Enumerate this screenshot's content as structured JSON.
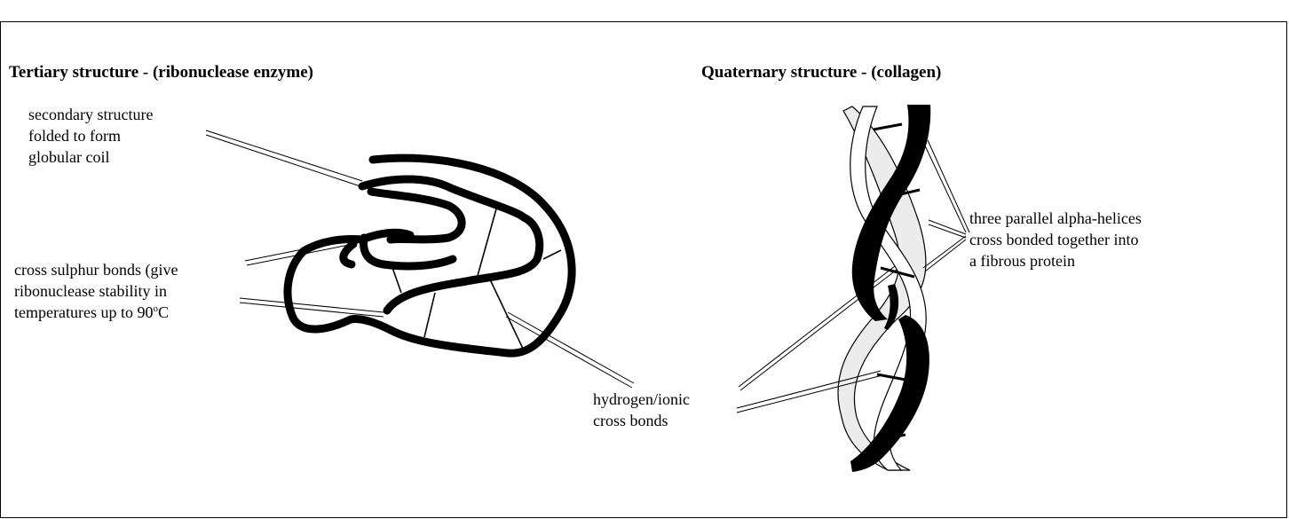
{
  "tertiary": {
    "title": "Tertiary structure - (ribonuclease enzyme)",
    "labels": {
      "secondary": [
        "secondary structure",
        "folded to form",
        "globular coil"
      ],
      "sulphur_1": "cross sulphur bonds (give",
      "sulphur_2": "ribonuclease stability in",
      "sulphur_3a": "temperatures up to 90",
      "sulphur_3sup": "o",
      "sulphur_3b": "C"
    }
  },
  "quaternary": {
    "title": "Quaternary structure - (collagen)",
    "labels": {
      "helices": [
        "three parallel alpha-helices",
        "cross bonded together into",
        "a fibrous protein"
      ],
      "hbonds": [
        "hydrogen/ionic",
        "cross bonds"
      ]
    }
  },
  "colors": {
    "ink": "#000000",
    "paper": "#ffffff",
    "light_strand": "#e9e9e9"
  }
}
